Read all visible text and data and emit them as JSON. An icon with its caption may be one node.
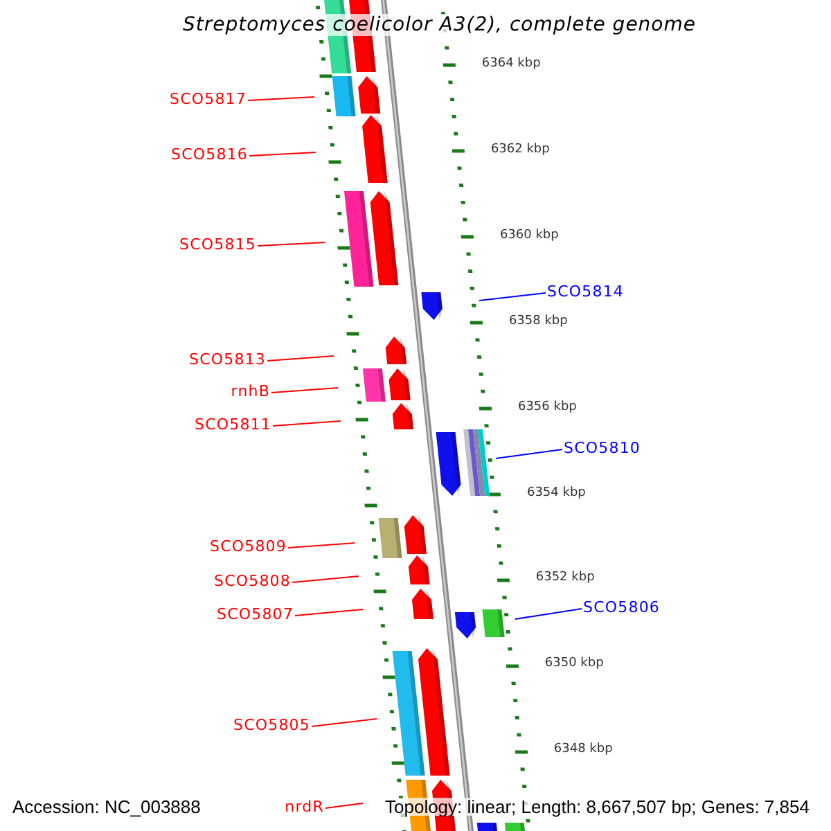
{
  "diagram": {
    "title": "Streptomyces coelicolor A3(2), complete genome",
    "nodes": [
      {
        "text": [
          "SCO5817"
        ]
      },
      {
        "text": [
          "SCO5816"
        ]
      },
      {
        "text": [
          "SCO5815"
        ]
      },
      {
        "text": [
          "SCO5814"
        ]
      },
      {
        "text": [
          "SCO5813"
        ]
      },
      {
        "text": [
          "rnhB"
        ]
      },
      {
        "text": [
          "SCO5811"
        ]
      },
      {
        "text": [
          "SCO5810"
        ]
      },
      {
        "text": [
          "SCO5809"
        ]
      },
      {
        "text": [
          "SCO5808"
        ]
      },
      {
        "text": [
          "SCO5807"
        ]
      },
      {
        "text": [
          "SCO5806"
        ]
      },
      {
        "text": [
          "SCO5805"
        ]
      },
      {
        "text": [
          "nrdR"
        ]
      }
    ],
    "edges": [
      {
        "from": 0,
        "to": null,
        "arrow": "none"
      },
      {
        "from": 1,
        "to": null,
        "arrow": "none"
      },
      {
        "from": 2,
        "to": null,
        "arrow": "none"
      },
      {
        "from": 3,
        "to": null,
        "arrow": "none",
        "color": "#0000ff"
      },
      {
        "from": 4,
        "to": null,
        "arrow": "none"
      },
      {
        "from": 5,
        "to": null,
        "arrow": "none"
      },
      {
        "from": 6,
        "to": null,
        "arrow": "none"
      },
      {
        "from": 7,
        "to": null,
        "arrow": "none",
        "color": "#0000ff"
      },
      {
        "from": 8,
        "to": null,
        "arrow": "none"
      },
      {
        "from": 9,
        "to": null,
        "arrow": "none"
      },
      {
        "from": 10,
        "to": null,
        "arrow": "none"
      },
      {
        "from": 11,
        "to": null,
        "arrow": "none",
        "color": "#0000ff"
      },
      {
        "from": 12,
        "to": null,
        "arrow": "none"
      },
      {
        "from": 13,
        "to": null,
        "arrow": "none"
      }
    ],
    "labels": [
      "6364 kbp",
      "6362 kbp",
      "6360 kbp",
      "6358 kbp",
      "6356 kbp",
      "6354 kbp",
      "6352 kbp",
      "6350 kbp",
      "6348 kbp",
      "Accession: NC_003888",
      "Topology: linear; Length: 8,667,507 bp; Genes: 7,854"
    ]
  }
}
